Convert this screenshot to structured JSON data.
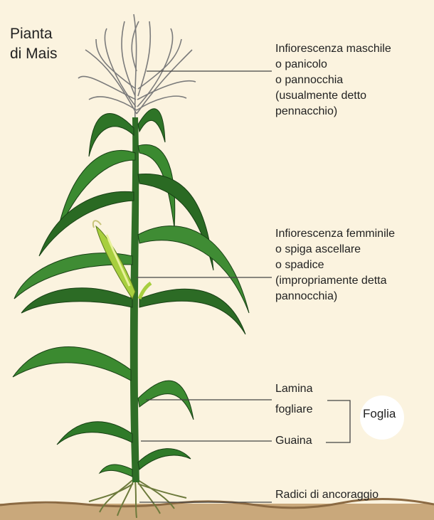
{
  "title": {
    "line1": "Pianta",
    "line2": "di Mais"
  },
  "labels": {
    "male_inflorescence": "Infiorescenza maschile\no panicolo\no pannocchia\n(usualmente detto\npennacchio)",
    "female_inflorescence": "Infiorescenza femminile\no spiga ascellare\no spadice\n(impropriamente detta\npannocchia)",
    "lamina_line1": "Lamina",
    "lamina_line2": "fogliare",
    "guaina": "Guaina",
    "foglia": "Foglia",
    "radici": "Radici di ancoraggio"
  },
  "colors": {
    "background": "#fbf3df",
    "leaf_dark": "#1f5a1c",
    "leaf_mid": "#2f7a29",
    "leaf_light": "#4b9a3a",
    "stalk": "#2e6b25",
    "cob": "#b8d64a",
    "tassel": "#8a8a8a",
    "soil": "#c7a57a",
    "leader_line": "#444444"
  }
}
